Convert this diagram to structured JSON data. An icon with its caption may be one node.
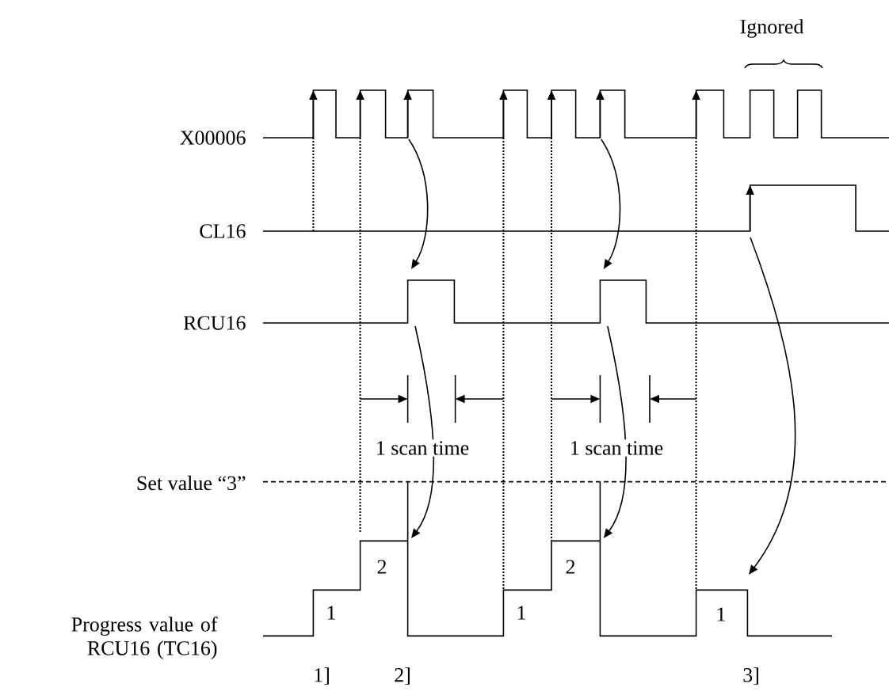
{
  "diagram": {
    "labels": [
      "Ignored",
      "X00006",
      "CL16",
      "RCU16",
      "1 scan time",
      "1 scan time",
      "Set value “3”",
      "2",
      "2",
      "1",
      "1",
      "1",
      "Progress value of RCU16 (TC16)",
      "1]",
      "2]",
      "3]"
    ]
  }
}
